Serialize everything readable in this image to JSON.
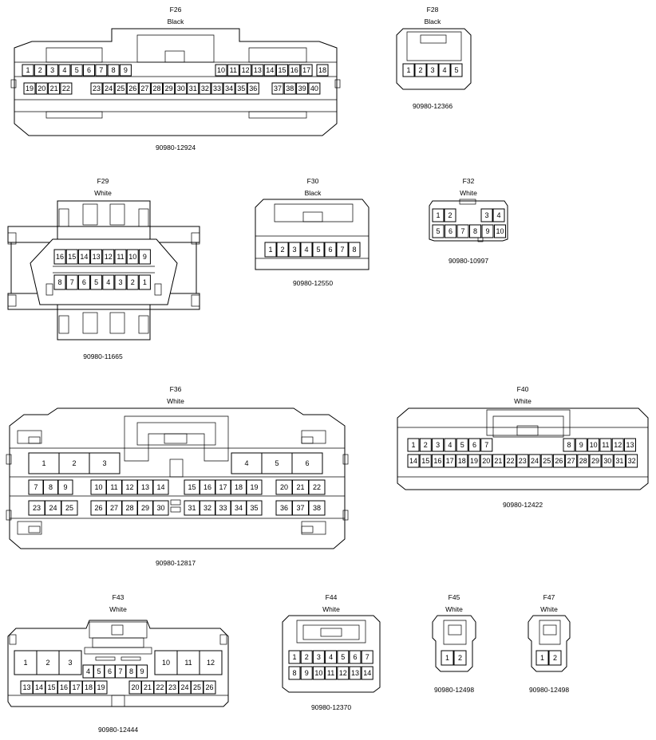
{
  "connectors": [
    {
      "id": "F26",
      "color": "Black",
      "part": "90980-12924",
      "pins": 40
    },
    {
      "id": "F28",
      "color": "Black",
      "part": "90980-12366",
      "pins": 5
    },
    {
      "id": "F29",
      "color": "White",
      "part": "90980-11665",
      "pins": 16
    },
    {
      "id": "F30",
      "color": "Black",
      "part": "90980-12550",
      "pins": 8
    },
    {
      "id": "F32",
      "color": "White",
      "part": "90980-10997",
      "pins": 10
    },
    {
      "id": "F36",
      "color": "White",
      "part": "90980-12817",
      "pins": 38
    },
    {
      "id": "F40",
      "color": "White",
      "part": "90980-12422",
      "pins": 32
    },
    {
      "id": "F43",
      "color": "White",
      "part": "90980-12444",
      "pins": 26
    },
    {
      "id": "F44",
      "color": "White",
      "part": "90980-12370",
      "pins": 14
    },
    {
      "id": "F45",
      "color": "White",
      "part": "90980-12498",
      "pins": 2
    },
    {
      "id": "F47",
      "color": "White",
      "part": "90980-12498",
      "pins": 2
    }
  ]
}
